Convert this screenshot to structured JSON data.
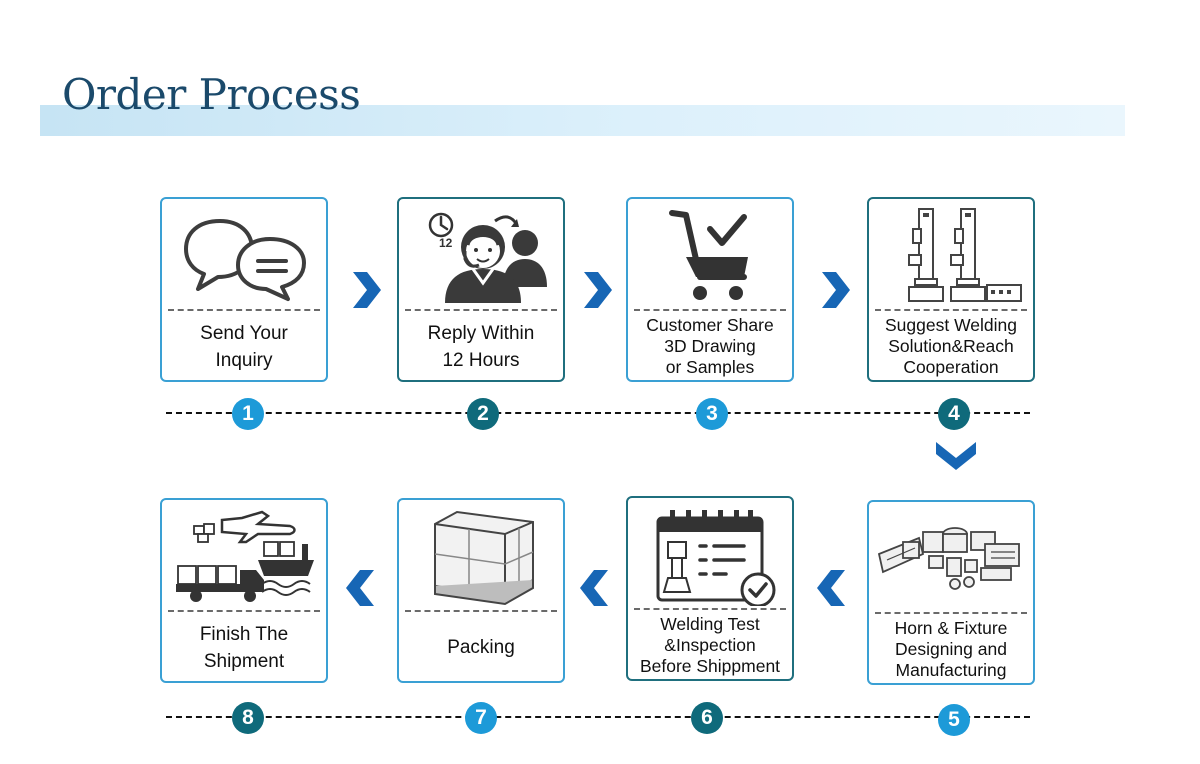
{
  "header": {
    "title": "Order Process"
  },
  "colors": {
    "accent_blue": "#1d9ad8",
    "accent_teal": "#0f6a7b",
    "arrow_blue": "#1766b5",
    "title": "#1b4a6b"
  },
  "steps": [
    {
      "number": "1",
      "label": "Send Your\nInquiry",
      "icon": "chat-bubbles-icon"
    },
    {
      "number": "2",
      "label": "Reply Within\n12 Hours",
      "icon": "support-agent-icon"
    },
    {
      "number": "3",
      "label": "Customer Share\n3D Drawing\nor Samples",
      "icon": "cart-check-icon"
    },
    {
      "number": "4",
      "label": "Suggest Welding\nSolution&Reach\nCooperation",
      "icon": "welding-machine-icon"
    },
    {
      "number": "5",
      "label": "Horn & Fixture\nDesigning and\nManufacturing",
      "icon": "horn-fixture-icon"
    },
    {
      "number": "6",
      "label": "Welding Test\n&Inspection\nBefore Shippment",
      "icon": "calendar-inspection-icon"
    },
    {
      "number": "7",
      "label": "Packing",
      "icon": "pallet-box-icon"
    },
    {
      "number": "8",
      "label": "Finish The\nShipment",
      "icon": "shipping-transport-icon"
    }
  ],
  "clock_label": "12"
}
